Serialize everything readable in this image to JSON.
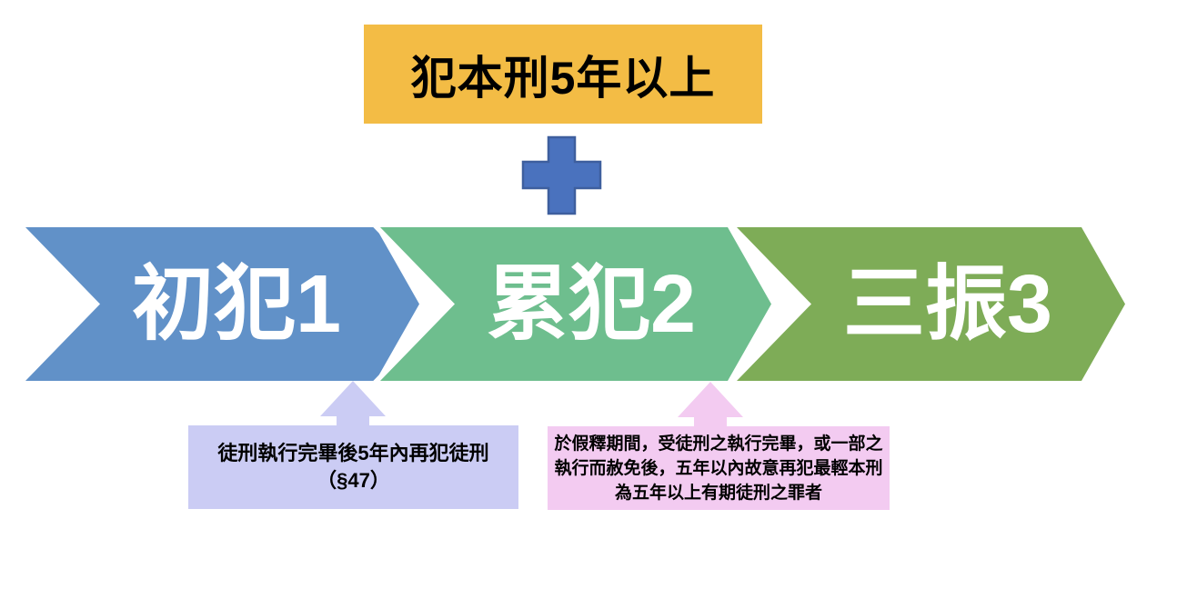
{
  "diagram": {
    "condition_box": {
      "text": "犯本刑5年以上"
    },
    "operator": "plus",
    "stages": [
      {
        "label": "初犯1"
      },
      {
        "label": "累犯2"
      },
      {
        "label": "三振3"
      }
    ],
    "callouts": [
      {
        "lines": [
          "徒刑執行完畢後5年內再犯徒刑",
          "（§47）"
        ]
      },
      {
        "lines": [
          "於假釋期間，受徒刑之執行完畢，或一部之",
          "執行而赦免後，五年以內故意再犯最輕本刑",
          "為五年以上有期徒刑之罪者"
        ]
      }
    ]
  },
  "colors": {
    "background": "#FFFFFF",
    "condition_box_bg": "#F3BC45",
    "plus_fill": "#4A72BE",
    "plus_stroke": "#3E5F9E",
    "stage1_fill": "#6191C8",
    "stage2_fill": "#6EBE8E",
    "stage3_fill": "#7EAC57",
    "stage_text": "#FFFFFF",
    "callout1_bg": "#CBCCF4",
    "callout2_bg": "#F3CBF1",
    "text_color": "#000000",
    "shape_outline": "#FFFFFF"
  }
}
